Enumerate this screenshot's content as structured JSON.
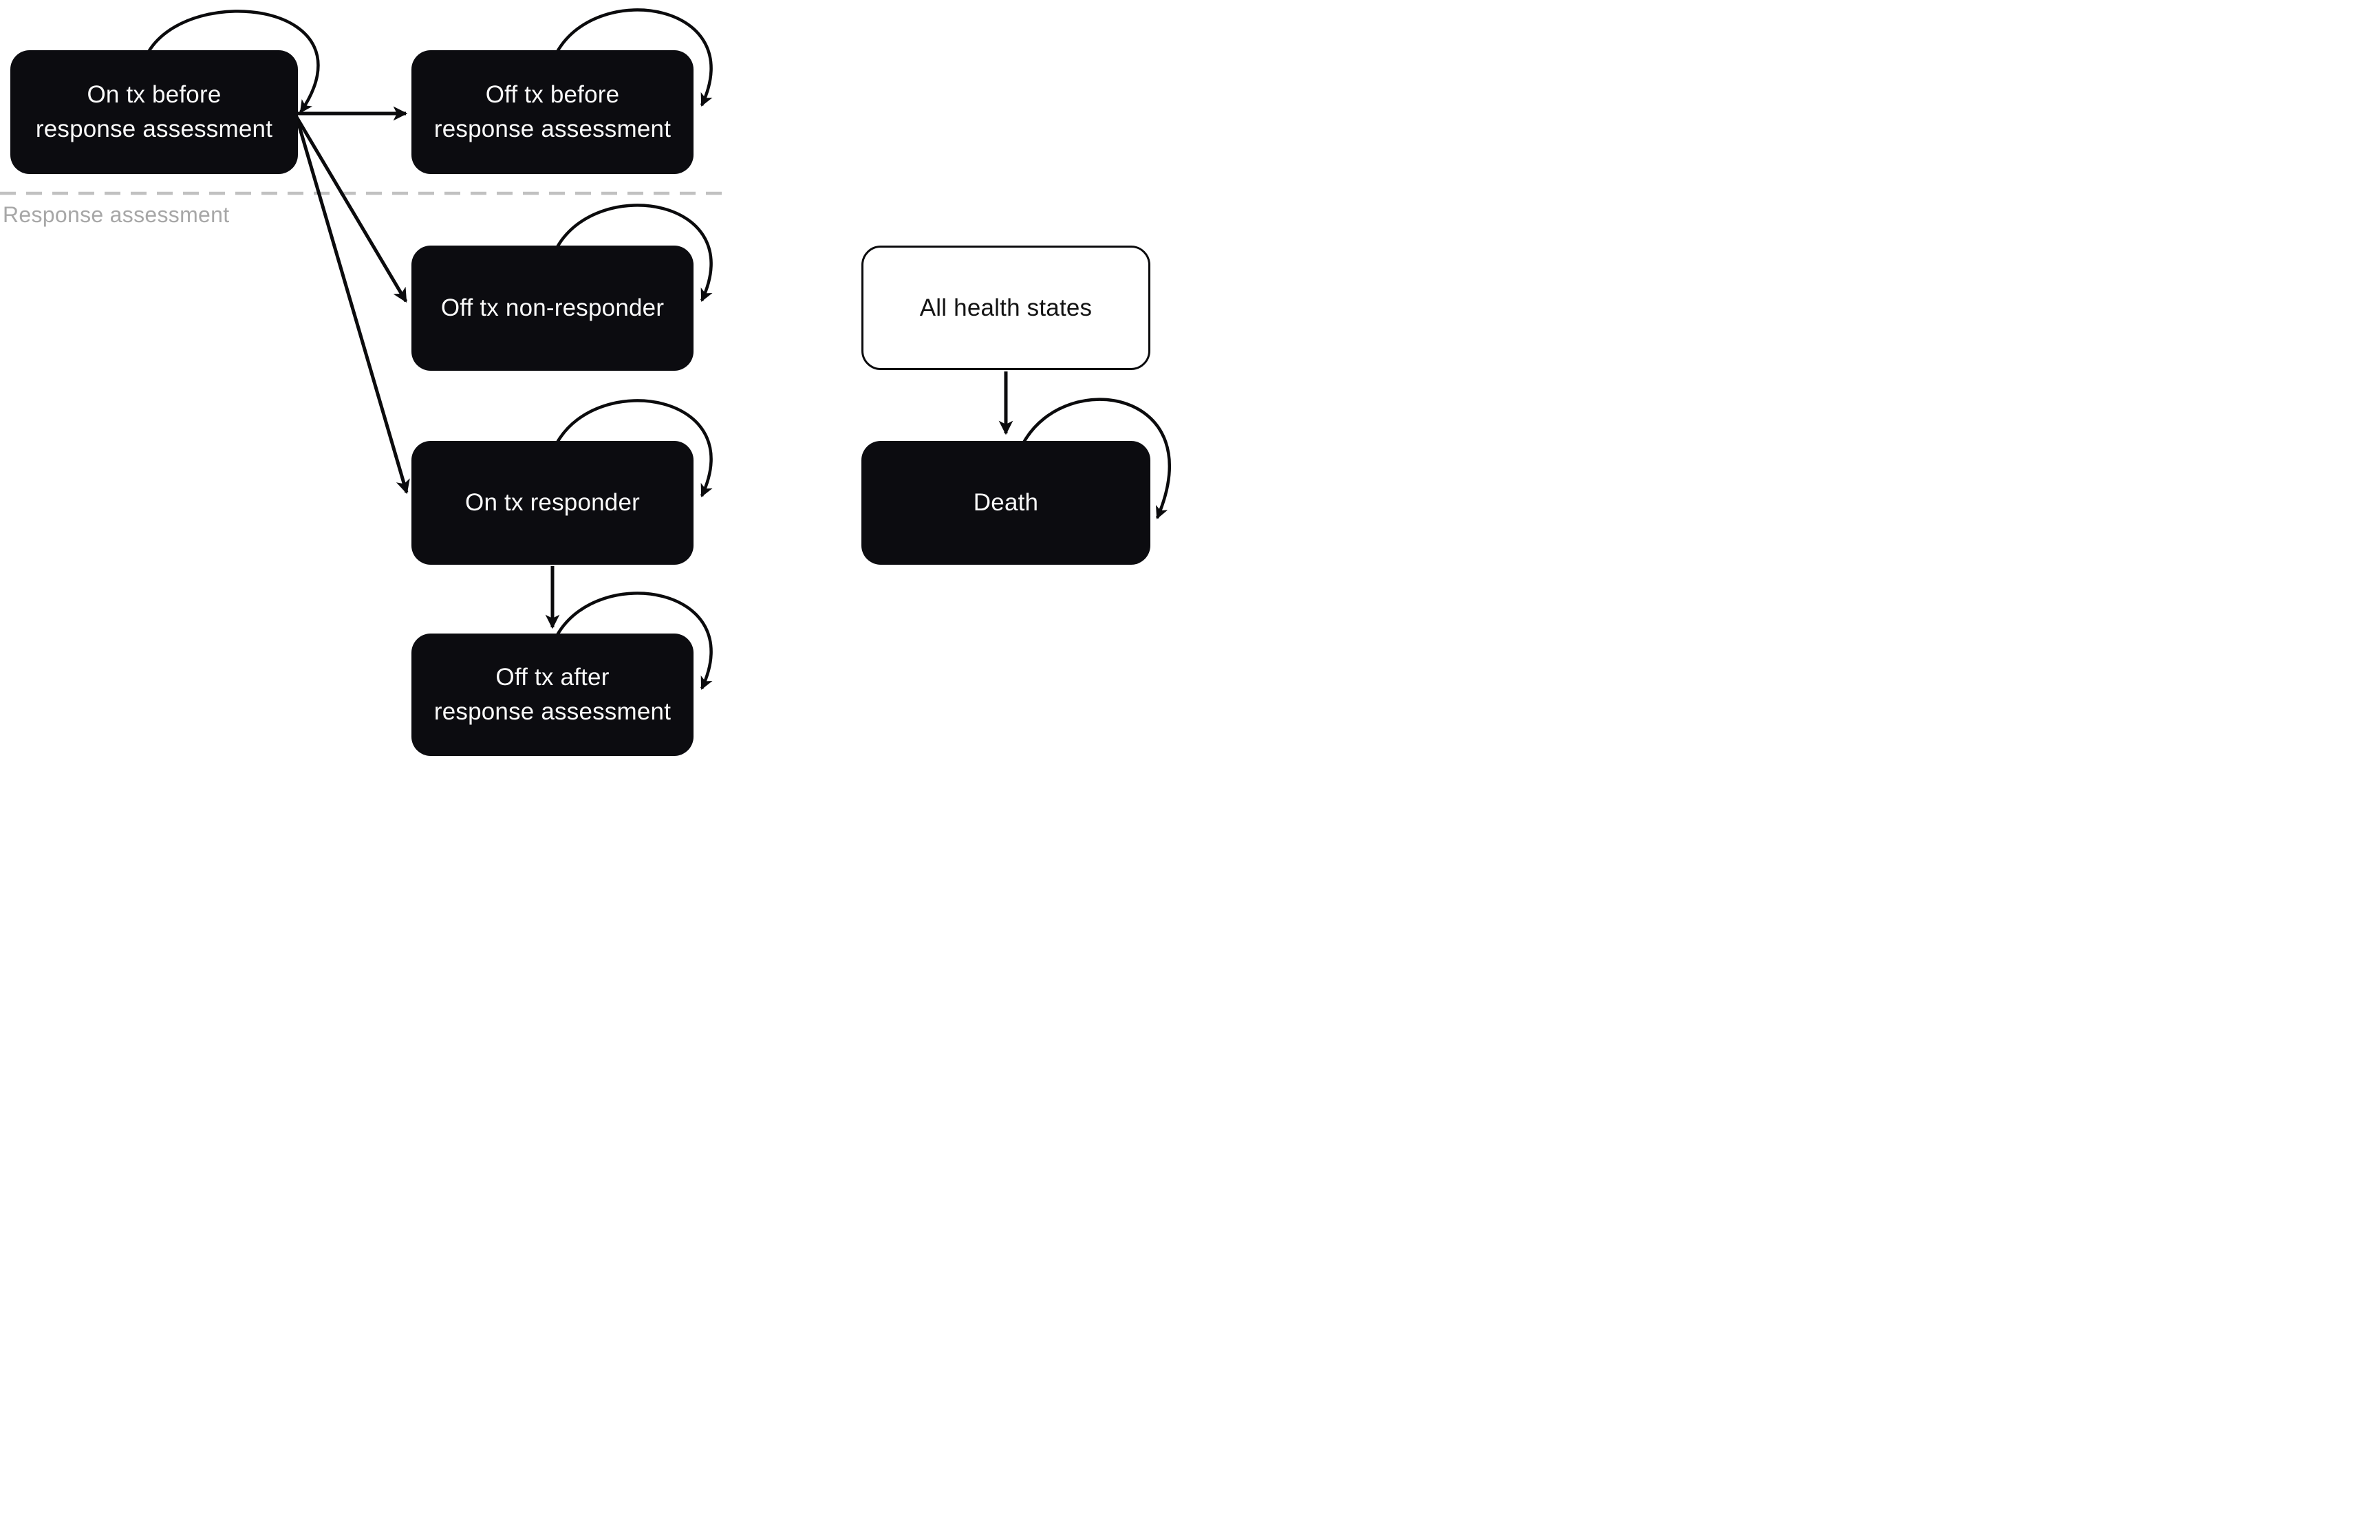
{
  "figure": {
    "background_color": "#ffffff",
    "divider": {
      "label": "Response assessment",
      "line_color": "#c1c1c1",
      "label_color": "#a7a7a7"
    },
    "nodes": {
      "on_tx_before": {
        "line1": "On tx before",
        "line2": "response assessment",
        "style": "filled"
      },
      "off_tx_before": {
        "line1": "Off tx before",
        "line2": "response assessment",
        "style": "filled"
      },
      "off_tx_non_responder": {
        "line1": "Off tx non-responder",
        "style": "filled"
      },
      "on_tx_responder": {
        "line1": "On tx responder",
        "style": "filled"
      },
      "off_tx_after": {
        "line1": "Off tx after",
        "line2": "response assessment",
        "style": "filled"
      },
      "all_health_states": {
        "line1": "All health states",
        "style": "outlined"
      },
      "death": {
        "line1": "Death",
        "style": "filled"
      }
    },
    "edges": [
      {
        "from": "on_tx_before",
        "to": "on_tx_before",
        "type": "self-loop"
      },
      {
        "from": "on_tx_before",
        "to": "off_tx_before",
        "type": "transition"
      },
      {
        "from": "on_tx_before",
        "to": "off_tx_non_responder",
        "type": "transition"
      },
      {
        "from": "on_tx_before",
        "to": "on_tx_responder",
        "type": "transition"
      },
      {
        "from": "off_tx_before",
        "to": "off_tx_before",
        "type": "self-loop"
      },
      {
        "from": "off_tx_non_responder",
        "to": "off_tx_non_responder",
        "type": "self-loop"
      },
      {
        "from": "on_tx_responder",
        "to": "on_tx_responder",
        "type": "self-loop"
      },
      {
        "from": "on_tx_responder",
        "to": "off_tx_after",
        "type": "transition"
      },
      {
        "from": "off_tx_after",
        "to": "off_tx_after",
        "type": "self-loop"
      },
      {
        "from": "all_health_states",
        "to": "death",
        "type": "transition"
      },
      {
        "from": "death",
        "to": "death",
        "type": "self-loop"
      }
    ],
    "colors": {
      "state_fill": "#0c0c10",
      "state_text": "#fafafa",
      "outlined_fill": "#ffffff",
      "outlined_border": "#0b0b0d",
      "arrow": "#0b0b0d"
    }
  }
}
